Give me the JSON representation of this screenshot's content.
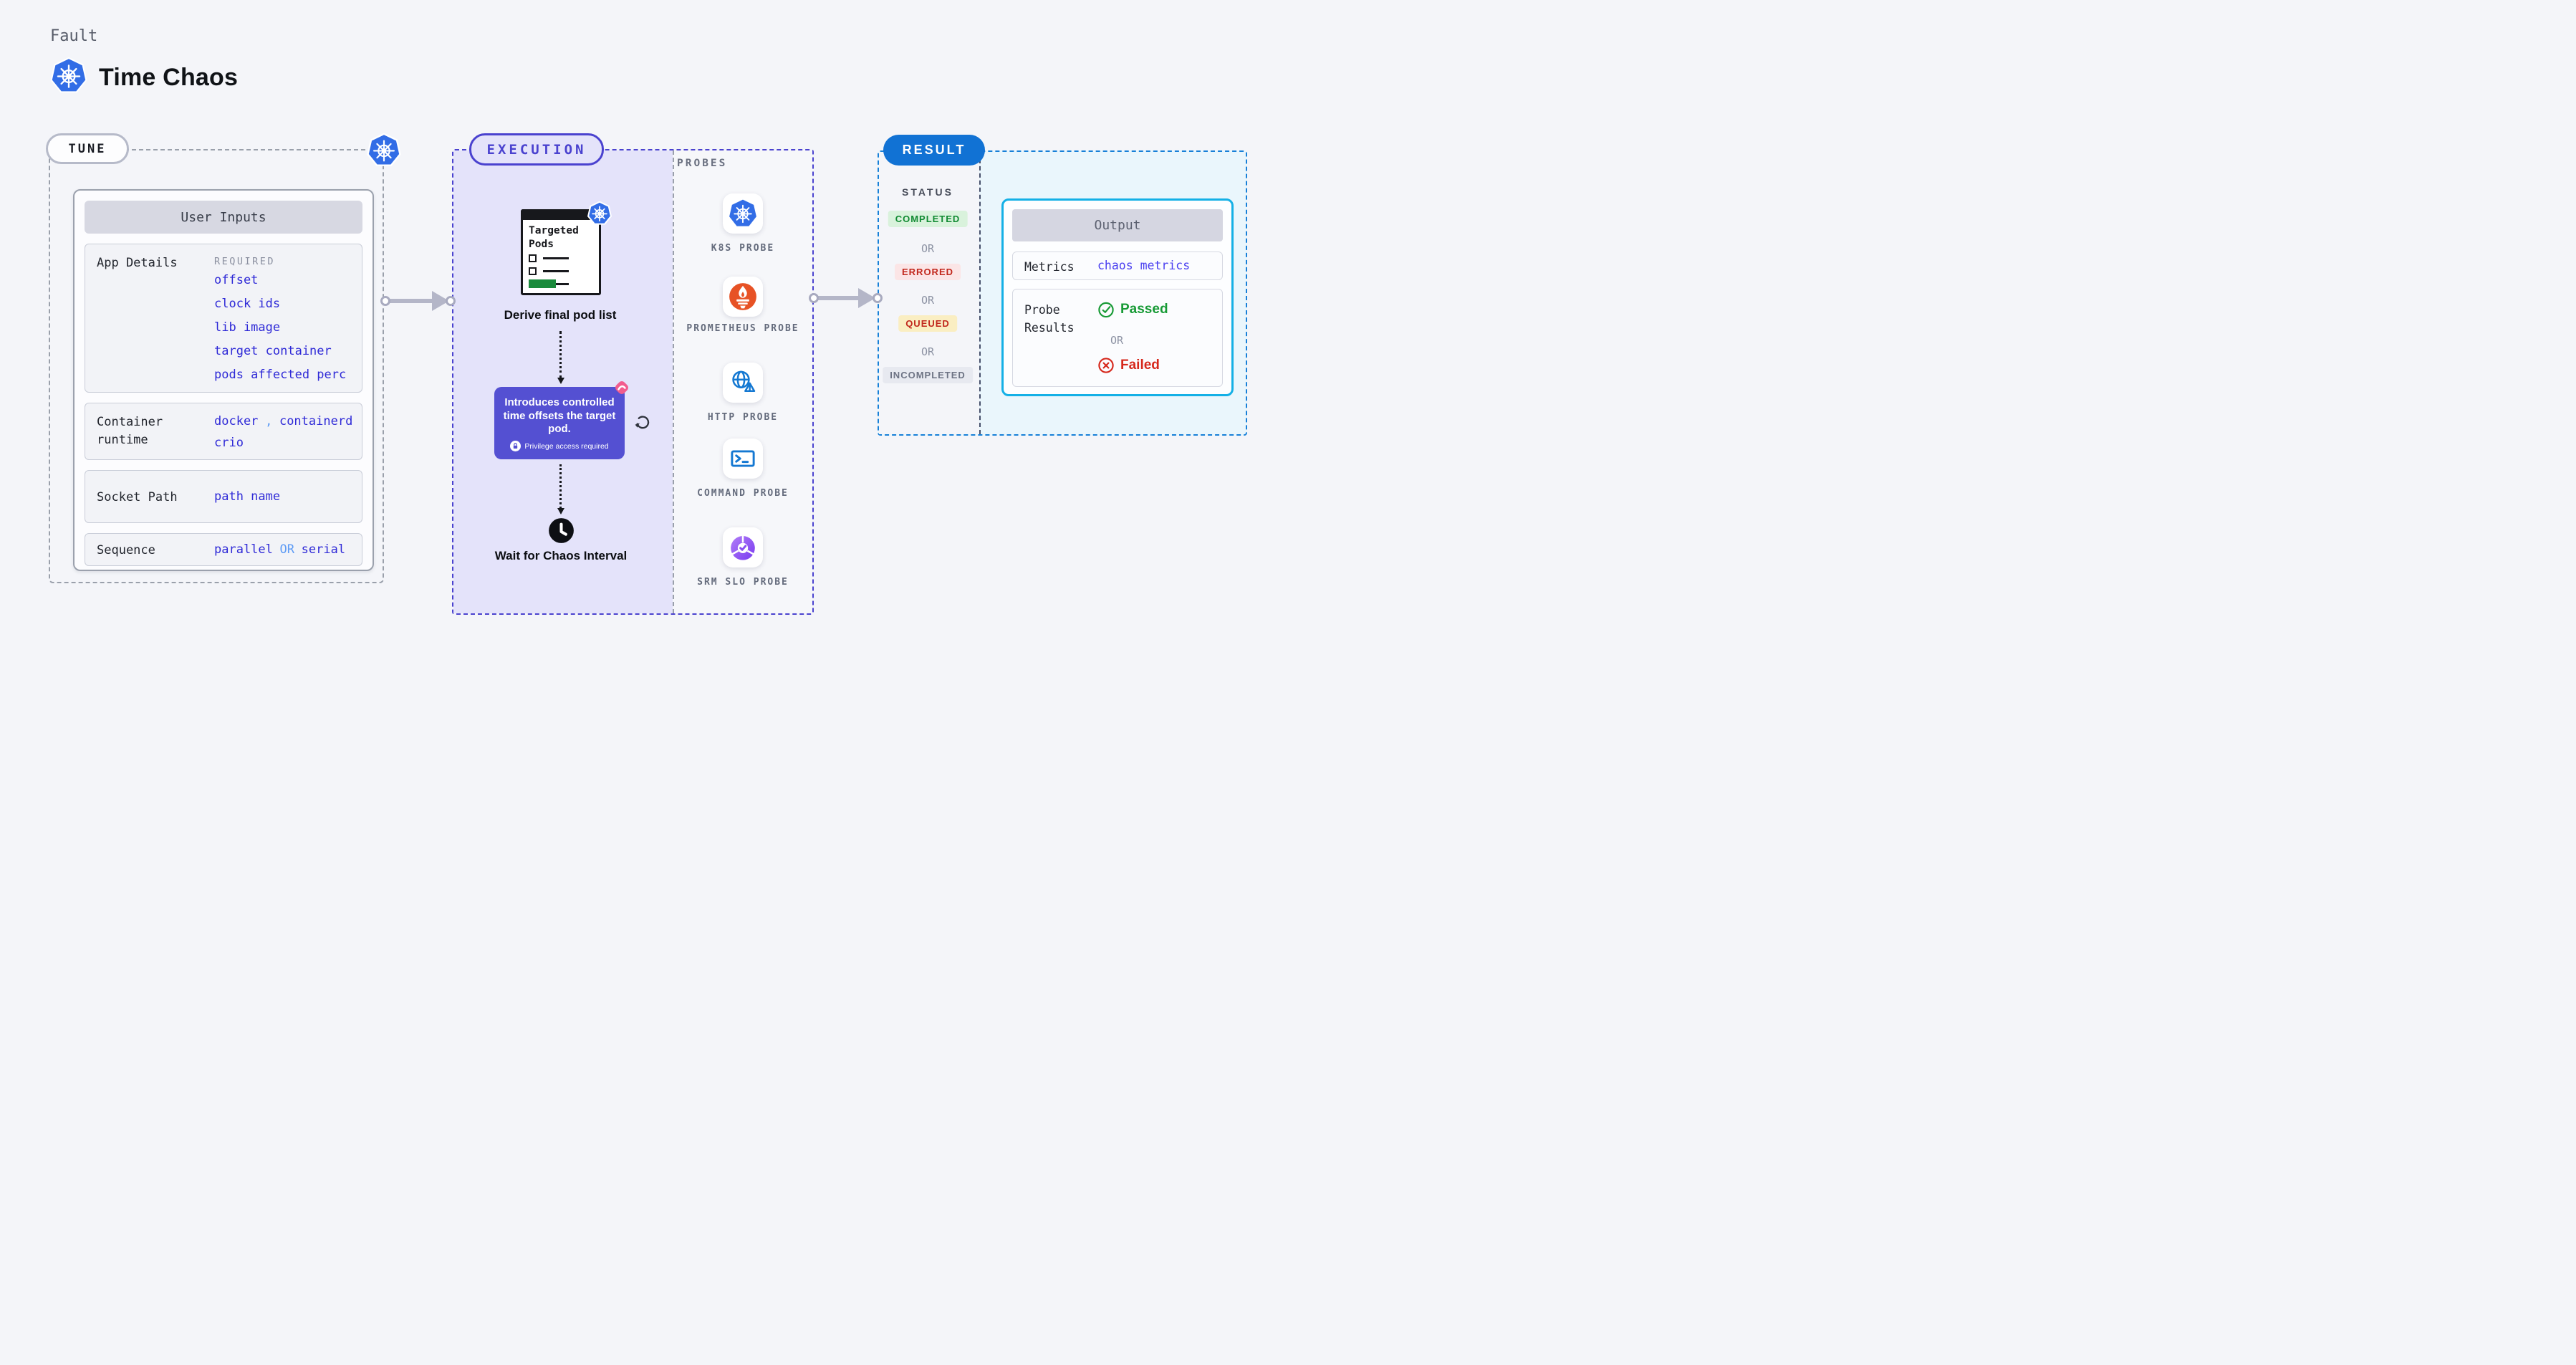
{
  "header": {
    "eyebrow": "Fault",
    "title": "Time Chaos"
  },
  "tune": {
    "label": "TUNE",
    "panel_title": "User Inputs",
    "app_details": {
      "label": "App Details",
      "tag": "REQUIRED",
      "links": [
        "offset",
        "clock ids",
        "lib image",
        "target container",
        "pods affected perc"
      ]
    },
    "container_runtime": {
      "label": "Container\nruntime",
      "values": [
        "docker",
        "containerd",
        "crio"
      ],
      "separator": ","
    },
    "socket_path": {
      "label": "Socket Path",
      "link": "path name"
    },
    "sequence": {
      "label": "Sequence",
      "value_a": "parallel",
      "or": "OR",
      "value_b": "serial"
    }
  },
  "execution": {
    "label": "EXECUTION",
    "targeted_pods_title": "Targeted Pods",
    "derive_caption": "Derive final pod list",
    "tooltip": {
      "text": "Introduces controlled time offsets the target pod.",
      "badge": "Privilege access required"
    },
    "wait_caption": "Wait for Chaos Interval"
  },
  "probes": {
    "title": "PROBES",
    "items": [
      {
        "name": "k8s-probe",
        "label": "K8S PROBE"
      },
      {
        "name": "prometheus-probe",
        "label": "PROMETHEUS PROBE"
      },
      {
        "name": "http-probe",
        "label": "HTTP PROBE"
      },
      {
        "name": "command-probe",
        "label": "COMMAND PROBE"
      },
      {
        "name": "srm-slo-probe",
        "label": "SRM SLO PROBE"
      }
    ]
  },
  "result": {
    "label": "RESULT",
    "status_title": "STATUS",
    "or": "OR",
    "statuses": [
      {
        "text": "COMPLETED",
        "type": "success"
      },
      {
        "text": "ERRORED",
        "type": "error"
      },
      {
        "text": "QUEUED",
        "type": "warning"
      },
      {
        "text": "INCOMPLETED",
        "type": "neutral"
      }
    ],
    "output": {
      "title": "Output",
      "metrics_label": "Metrics",
      "metrics_link": "chaos metrics",
      "probe_results_label": "Probe\nResults",
      "passed": "Passed",
      "failed": "Failed"
    }
  },
  "colors": {
    "accent_indigo": "#4a42cf",
    "accent_blue": "#1172d4",
    "accent_cyan": "#14b0e6",
    "link_blue": "#2f2ad7",
    "lavender": "#e4e3fa",
    "purple_card": "#5450d2",
    "success_green": "#118a32",
    "error_red": "#c1271c",
    "k8s_blue": "#326de6",
    "prometheus_orange": "#e75225",
    "pink": "#f25c8e"
  }
}
